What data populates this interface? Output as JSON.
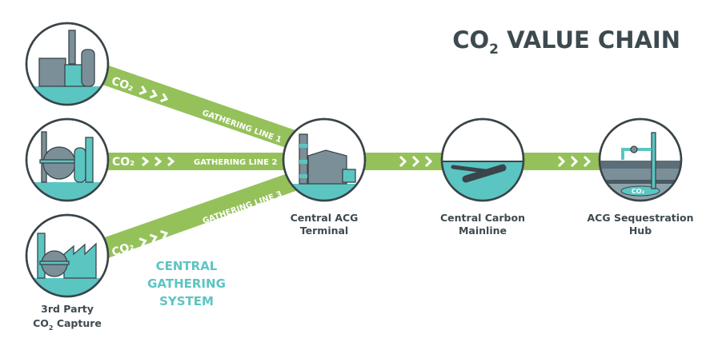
{
  "title": {
    "main": "CO",
    "sub": "2",
    "rest": " VALUE CHAIN"
  },
  "colors": {
    "band": "#95c15a",
    "water": "#5bc5c2",
    "structure": "#7b8f98",
    "outline": "#3a4449",
    "text": "#3d4a50",
    "system_label": "#5bc5c2"
  },
  "gathering_lines": [
    {
      "label": "GATHERING LINE 1",
      "co2": "CO₂"
    },
    {
      "label": "GATHERING LINE 2",
      "co2": "CO₂"
    },
    {
      "label": "GATHERING LINE 3",
      "co2": "CO₂"
    }
  ],
  "system_label": [
    "CENTRAL",
    "GATHERING",
    "SYSTEM"
  ],
  "nodes": {
    "source3": {
      "line1": "3rd Party",
      "line2_main": "CO",
      "line2_sub": "2",
      "line2_rest": " Capture"
    },
    "terminal": {
      "line1": "Central ACG",
      "line2": "Terminal"
    },
    "mainline": {
      "line1": "Central Carbon",
      "line2": "Mainline"
    },
    "hub": {
      "line1": "ACG Sequestration",
      "line2": "Hub",
      "reservoir_label": "CO₂"
    }
  }
}
